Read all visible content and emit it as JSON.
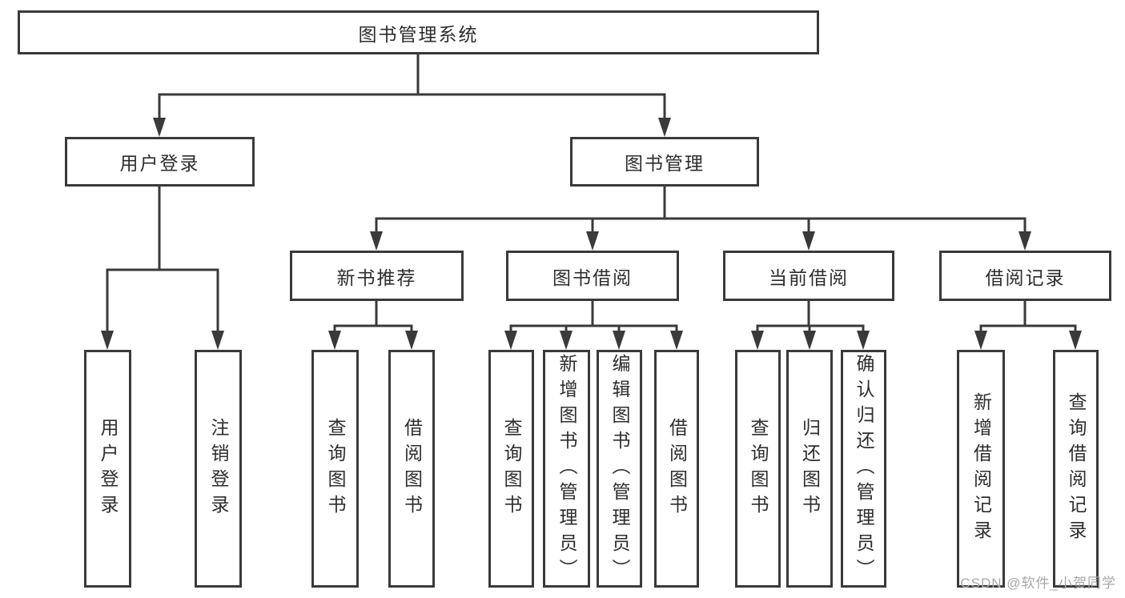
{
  "tree": {
    "root": {
      "label": "图书管理系统"
    },
    "login_branch": {
      "label": "用户登录",
      "leaves": [
        {
          "label": "用户登录"
        },
        {
          "label": "注销登录"
        }
      ]
    },
    "manage_branch": {
      "label": "图书管理",
      "groups": [
        {
          "label": "新书推荐",
          "leaves": [
            {
              "label": "查询图书"
            },
            {
              "label": "借阅图书"
            }
          ]
        },
        {
          "label": "图书借阅",
          "leaves": [
            {
              "label": "查询图书"
            },
            {
              "label": "新增图书（管理员）"
            },
            {
              "label": "编辑图书（管理员）"
            },
            {
              "label": "借阅图书"
            }
          ]
        },
        {
          "label": "当前借阅",
          "leaves": [
            {
              "label": "查询图书"
            },
            {
              "label": "归还图书"
            },
            {
              "label": "确认归还（管理员）"
            }
          ]
        },
        {
          "label": "借阅记录",
          "leaves": [
            {
              "label": "新增借阅记录"
            },
            {
              "label": "查询借阅记录"
            }
          ]
        }
      ]
    }
  },
  "watermark": {
    "text": "CSDN @软件_小贺同学"
  },
  "colors": {
    "line": "#3a3a3a",
    "text": "#2d2d2d",
    "watermark": "#a8a8a8",
    "background": "#ffffff"
  }
}
